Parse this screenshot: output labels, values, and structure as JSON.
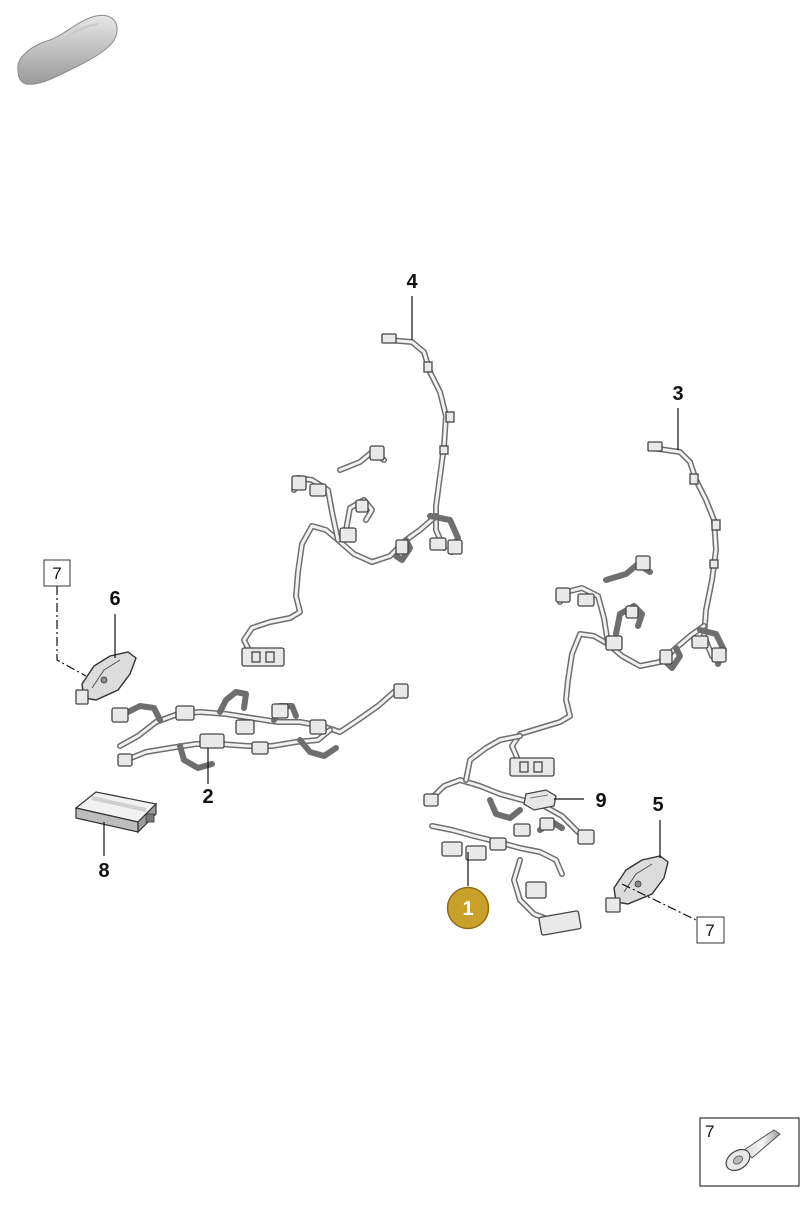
{
  "callouts": {
    "c1": "1",
    "c2": "2",
    "c3": "3",
    "c4": "4",
    "c5": "5",
    "c6": "6",
    "c7a": "7",
    "c7b": "7",
    "c8": "8",
    "c9": "9",
    "legend7": "7"
  },
  "colors": {
    "highlight": "#c8a02a",
    "wire": "#6e6e6e",
    "part_fill": "#e9e9e9"
  },
  "icons": {
    "car": "car-silhouette-icon",
    "fastener": "push-rivet-icon"
  }
}
